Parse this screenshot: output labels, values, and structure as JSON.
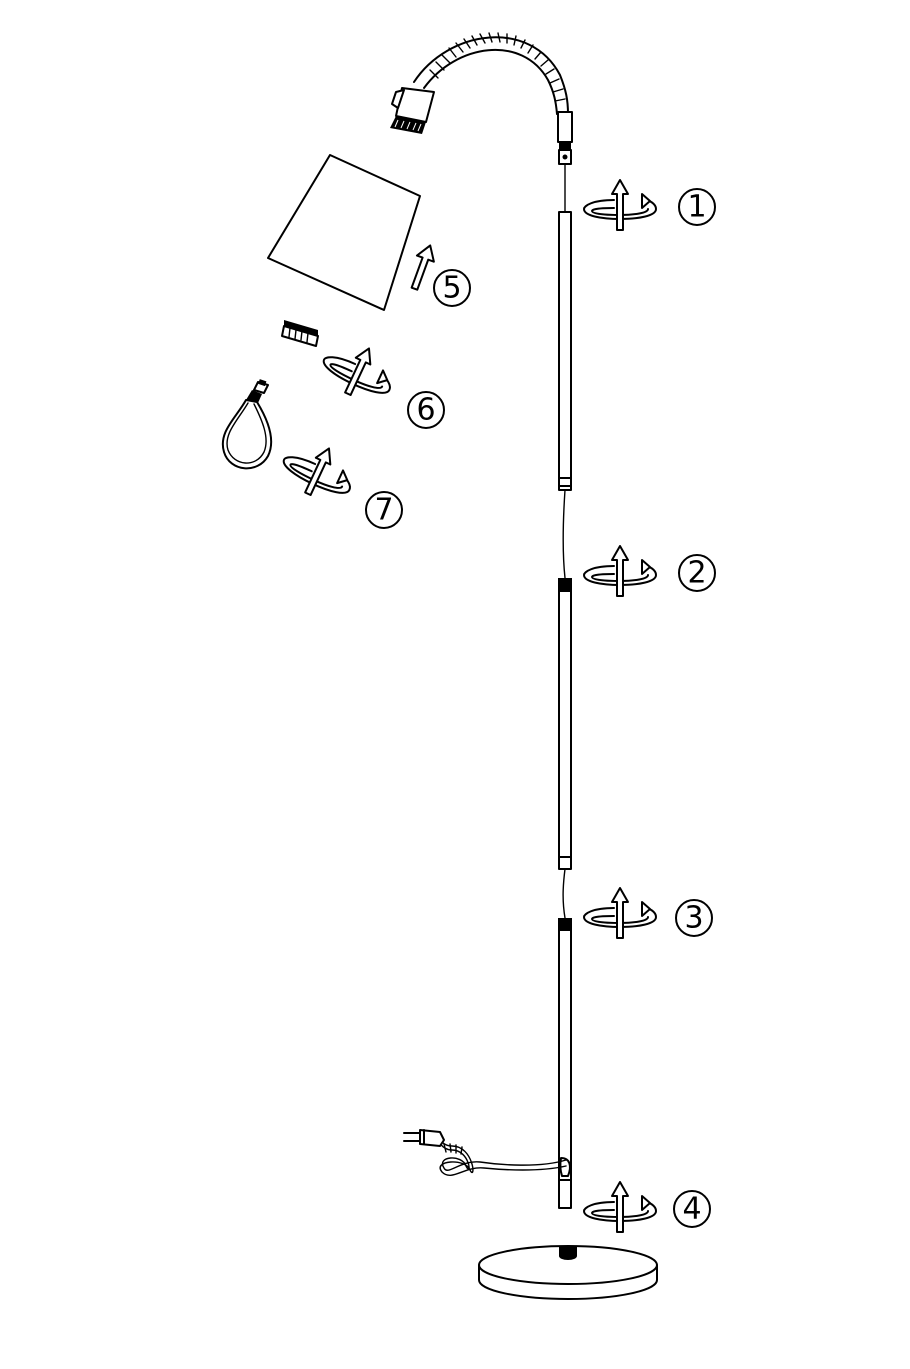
{
  "steps": [
    {
      "id": "1",
      "action": "rotate-screw"
    },
    {
      "id": "2",
      "action": "rotate-screw"
    },
    {
      "id": "3",
      "action": "rotate-screw"
    },
    {
      "id": "4",
      "action": "rotate-screw"
    },
    {
      "id": "5",
      "action": "push-up"
    },
    {
      "id": "6",
      "action": "rotate-screw"
    },
    {
      "id": "7",
      "action": "rotate-screw"
    }
  ],
  "parts": [
    "gooseneck-arm",
    "lamp-socket",
    "lamp-shade",
    "shade-ring",
    "light-bulb",
    "upper-pole",
    "middle-pole",
    "lower-pole",
    "power-cord",
    "plug",
    "round-base"
  ]
}
